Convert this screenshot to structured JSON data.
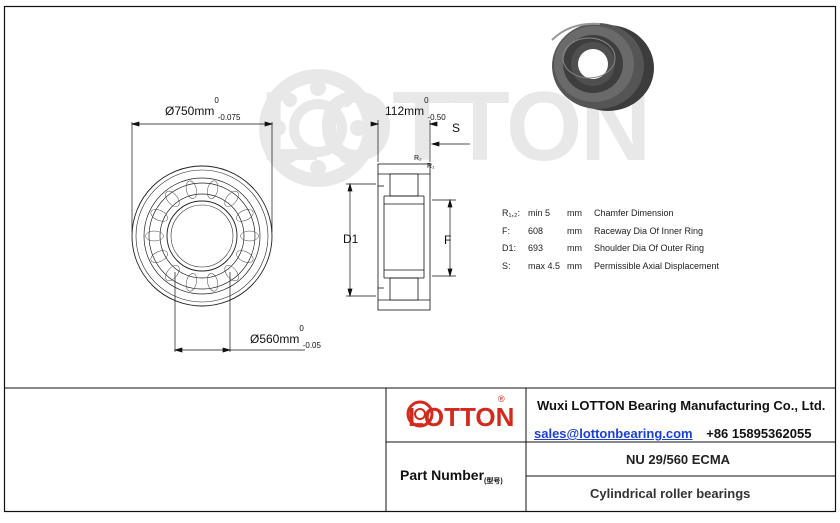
{
  "drawing": {
    "od": {
      "main": "Ø750mm",
      "upper": "0",
      "lower": "-0.075"
    },
    "id": {
      "main": "Ø560mm",
      "upper": "0",
      "lower": "-0.05"
    },
    "width": {
      "main": "112mm",
      "upper": "0",
      "lower": "-0.50"
    },
    "labels": {
      "s": "S",
      "d1": "D1",
      "f": "F",
      "r2": "R₂",
      "r1": "R₁"
    }
  },
  "watermark": {
    "text": "LOTTON"
  },
  "spec_table": [
    {
      "sym": "R₁,₂:",
      "val": "min 5",
      "unit": "mm",
      "desc": "Chamfer Dimension"
    },
    {
      "sym": "F:",
      "val": "608",
      "unit": "mm",
      "desc": "Raceway Dia Of Inner Ring"
    },
    {
      "sym": "D1:",
      "val": "693",
      "unit": "mm",
      "desc": "Shoulder Dia Of Outer Ring"
    },
    {
      "sym": "S:",
      "val": "max 4.5",
      "unit": "mm",
      "desc": "Permissible Axial Displacement"
    }
  ],
  "title_block": {
    "logo_text": "LOTTON",
    "registered": "®",
    "company": "Wuxi LOTTON Bearing Manufacturing Co., Ltd.",
    "email": "sales@lottonbearing.com",
    "phone": "+86 15895362055",
    "part_number_label": "Part Number",
    "part_number_sub": "(型号)",
    "part_number": "NU 29/560 ECMA",
    "part_type": "Cylindrical roller bearings"
  },
  "colors": {
    "logo_red": "#d42a1e",
    "link_blue": "#1a3fd6",
    "line": "#111111"
  }
}
